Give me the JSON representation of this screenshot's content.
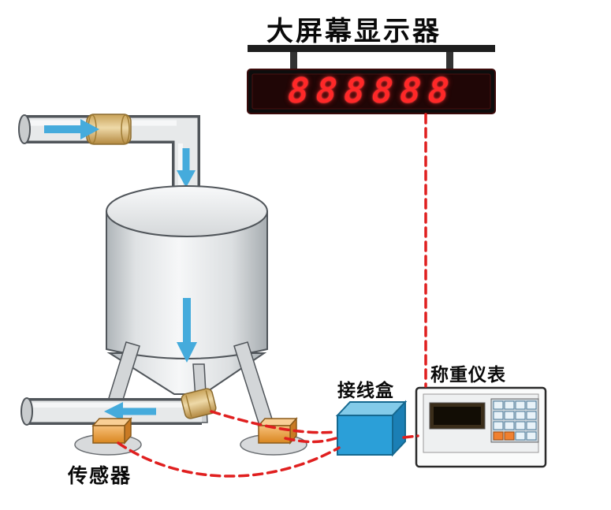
{
  "title": "大屏幕显示器",
  "display_board": {
    "digits": "888888"
  },
  "labels": {
    "sensor": "传感器",
    "junction_box": "接线盒",
    "weighing_indicator": "称重仪表"
  },
  "colors": {
    "cable": "#e01f1f",
    "flow_arrow": "#45abdc",
    "led_digit": "#ff2828",
    "junction_box": "#2b9fd8",
    "load_cell": "#eda04b",
    "sleeve": "#e7c88e"
  }
}
